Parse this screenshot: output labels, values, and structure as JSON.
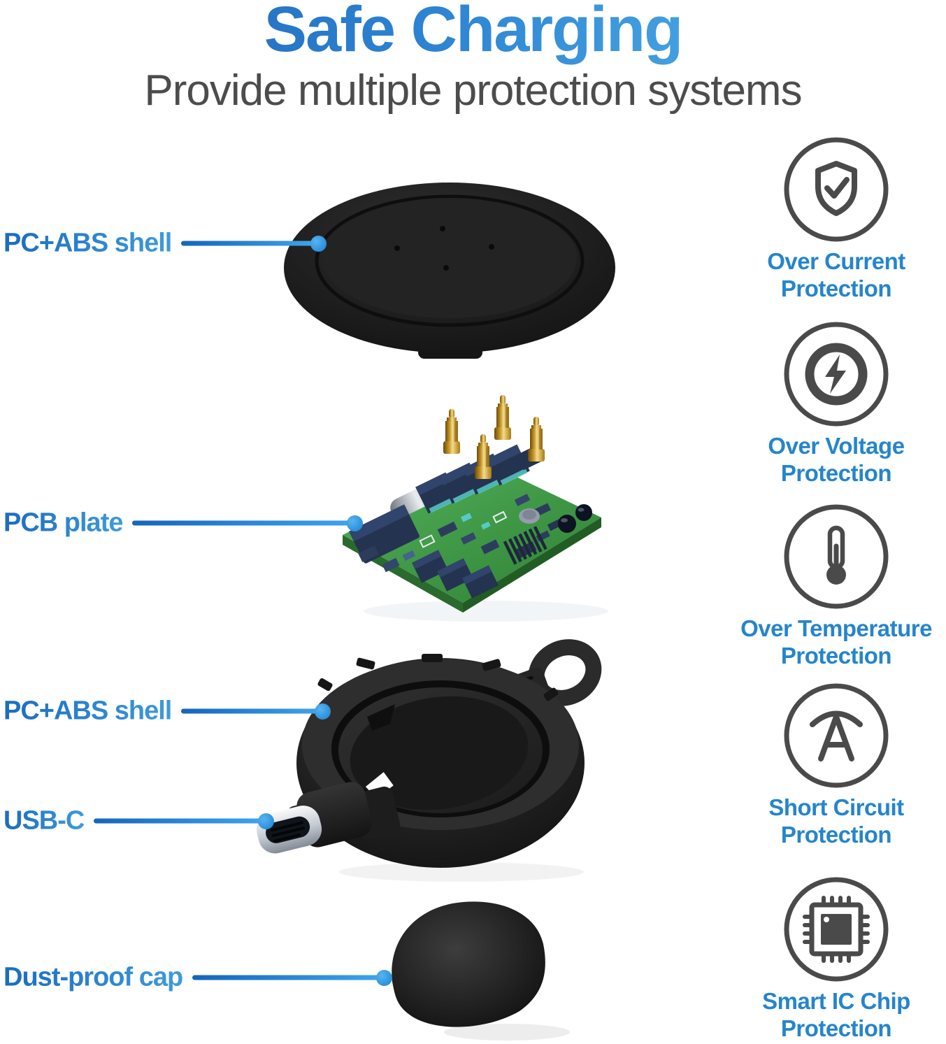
{
  "header": {
    "title": "Safe Charging",
    "subtitle": "Provide multiple protection systems"
  },
  "callouts": [
    {
      "text": "PC+ABS shell"
    },
    {
      "text": "PCB plate"
    },
    {
      "text": "PC+ABS shell"
    },
    {
      "text": "USB-C"
    },
    {
      "text": "Dust-proof cap"
    }
  ],
  "features": [
    {
      "icon": "shield-check-icon",
      "line1": "Over Current",
      "line2": "Protection"
    },
    {
      "icon": "lightning-circle-icon",
      "line1": "Over Voltage",
      "line2": "Protection"
    },
    {
      "icon": "thermometer-icon",
      "line1": "Over Temperature",
      "line2": "Protection"
    },
    {
      "icon": "ampere-icon",
      "line1": "Short Circuit",
      "line2": "Protection"
    },
    {
      "icon": "ic-chip-icon",
      "line1": "Smart IC Chip",
      "line2": "Protection"
    }
  ],
  "colors": {
    "title_gradient_start": "#2064ba",
    "title_gradient_end": "#55b4ea",
    "subtitle_gray": "#4c4c4c",
    "label_blue_start": "#1a6cc0",
    "label_blue_end": "#3f9bd9",
    "leader_line_blue": "#2196f3",
    "feature_text_blue": "#2585cb",
    "icon_gray": "#4a4a4a",
    "pcb_green": "#3f9e44",
    "pogo_pin_gold": "#c9952c",
    "device_black": "#1c1c1c"
  }
}
